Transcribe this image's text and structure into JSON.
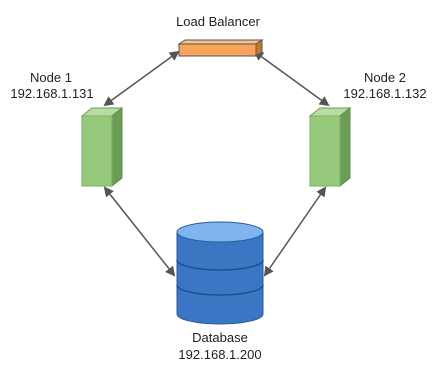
{
  "load_balancer": {
    "name": "Load Balancer"
  },
  "node1": {
    "name": "Node 1",
    "ip": "192.168.1.131"
  },
  "node2": {
    "name": "Node 2",
    "ip": "192.168.1.132"
  },
  "database": {
    "name": "Database",
    "ip": "192.168.1.200"
  },
  "colors": {
    "load_balancer_face": "#f6a55a",
    "load_balancer_top": "#f7c08c",
    "load_balancer_side": "#c4782f",
    "node_front": "#97c97c",
    "node_top": "#b8dca4",
    "node_side": "#6c9d57",
    "database_body": "#3a76c4",
    "database_top": "#7fb4ee",
    "database_bands": "#1d4f8e",
    "arrows": "#555555"
  }
}
